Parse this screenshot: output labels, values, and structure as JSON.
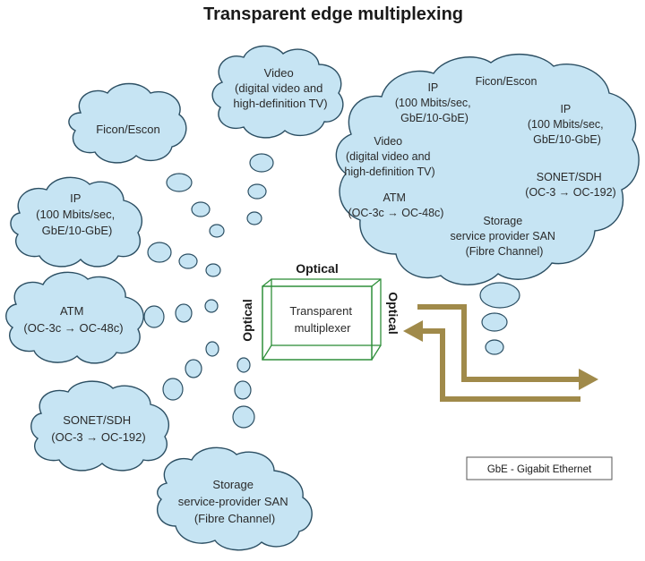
{
  "title": "Transparent edge multiplexing",
  "clouds": {
    "video": [
      "Video",
      "(digital video and",
      "high-definition TV)"
    ],
    "ficon": [
      "Ficon/Escon"
    ],
    "ip": [
      "IP",
      "(100 Mbits/sec,",
      "GbE/10-GbE)"
    ],
    "atm": [
      "ATM",
      "(OC-3c → OC-48c)"
    ],
    "sonet": [
      "SONET/SDH",
      "(OC-3 → OC-192)"
    ],
    "storage": [
      "Storage",
      "service-provider SAN",
      "(Fibre Channel)"
    ]
  },
  "big_cloud": {
    "ficon": "Ficon/Escon",
    "ip_left": [
      "IP",
      "(100 Mbits/sec,",
      "GbE/10-GbE)"
    ],
    "ip_right": [
      "IP",
      "(100 Mbits/sec,",
      "GbE/10-GbE)"
    ],
    "video": [
      "Video",
      "(digital video and",
      "high-definition TV)"
    ],
    "sonet": [
      "SONET/SDH",
      "(OC-3 → OC-192)"
    ],
    "atm": [
      "ATM",
      "(OC-3c → OC-48c)"
    ],
    "storage": [
      "Storage",
      "service provider SAN",
      "(Fibre Channel)"
    ]
  },
  "mux": {
    "label": [
      "Transparent",
      "multiplexer"
    ],
    "top": "Optical",
    "left": "Optical",
    "right": "Optical"
  },
  "legend": "GbE - Gigabit Ethernet",
  "colors": {
    "cloud_fill": "#c6e4f3",
    "cloud_stroke": "#2c4f63",
    "mux_stroke": "#2f8f3a",
    "arrow": "#a08a4a"
  }
}
